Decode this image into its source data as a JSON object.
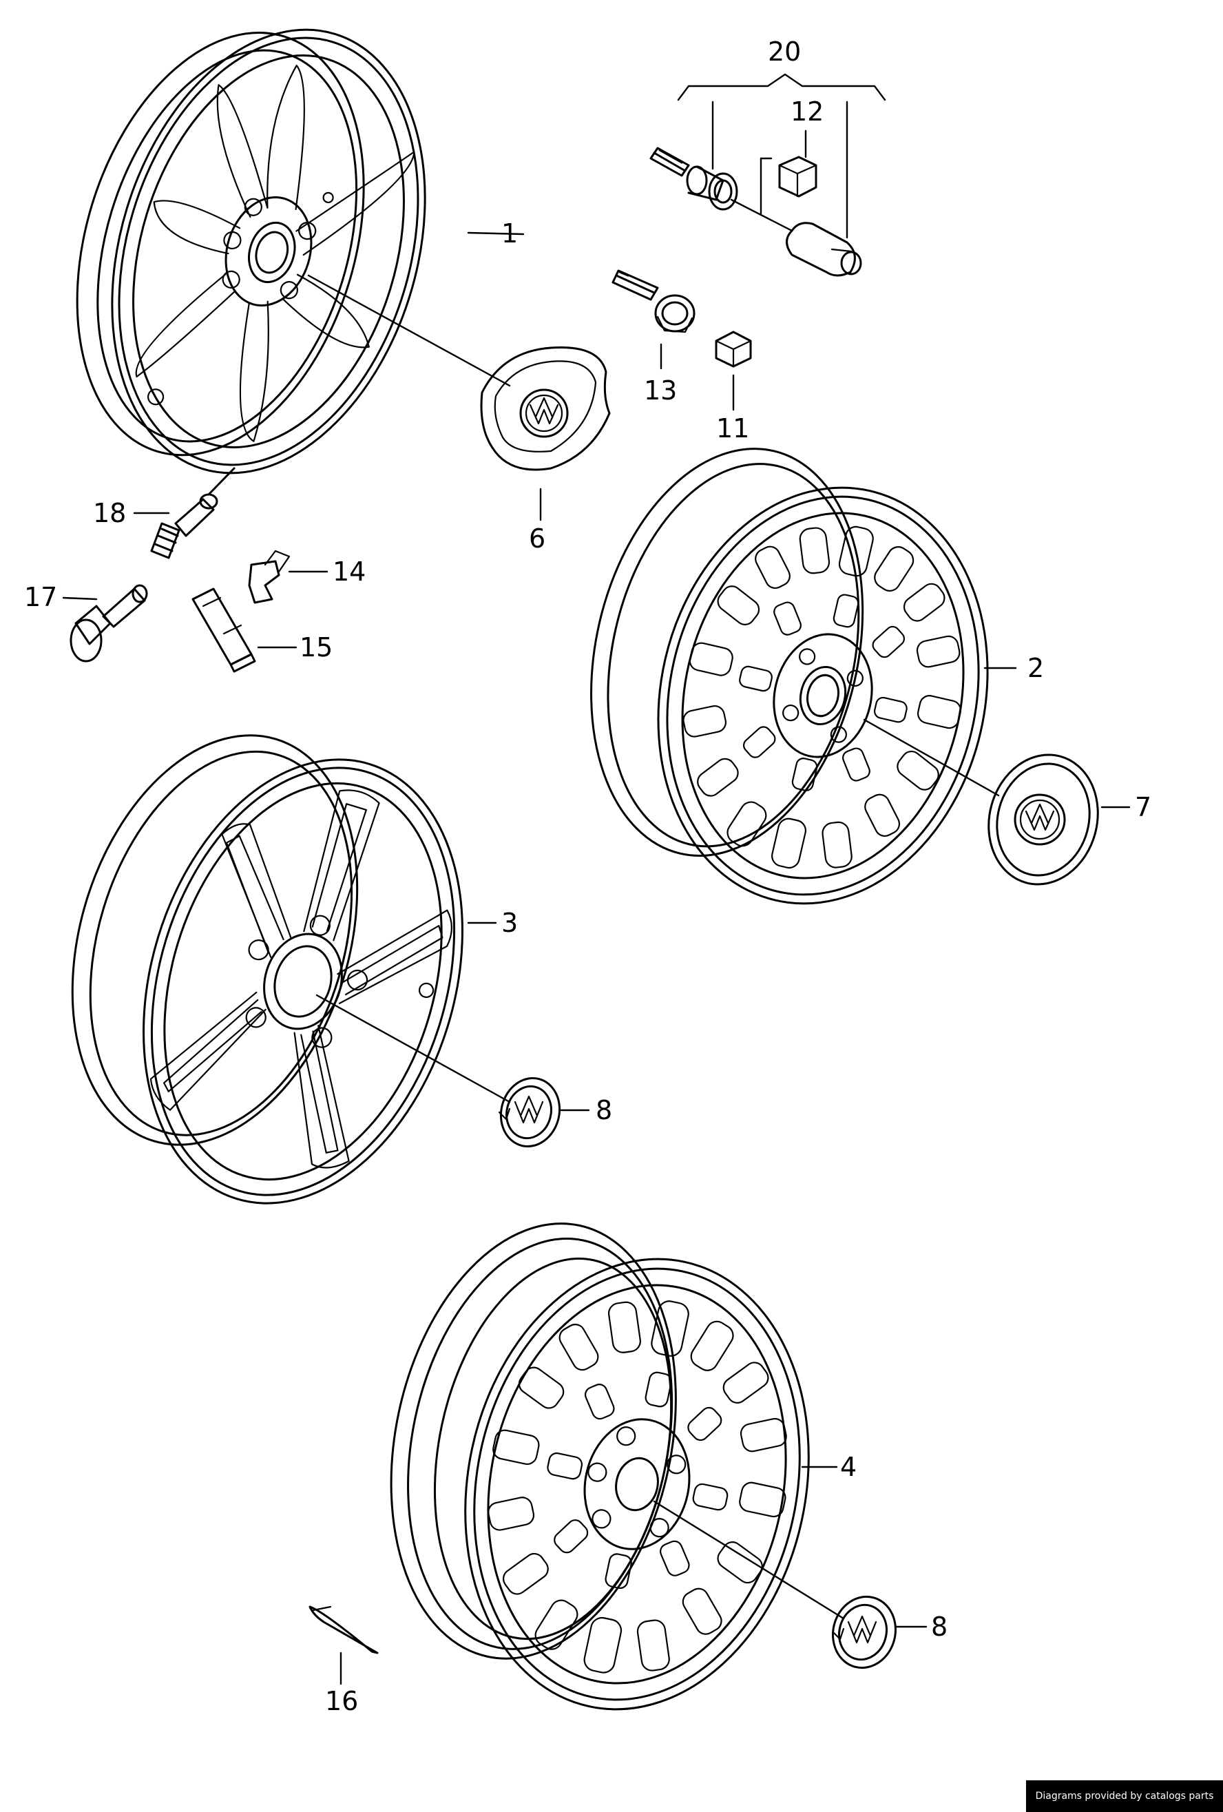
{
  "labels": {
    "p1": "1",
    "p2": "2",
    "p3": "3",
    "p4": "4",
    "p6": "6",
    "p7": "7",
    "p8a": "8",
    "p8b": "8",
    "p11": "11",
    "p12": "12",
    "p13": "13",
    "p14": "14",
    "p15": "15",
    "p16": "16",
    "p17": "17",
    "p18": "18",
    "p20": "20"
  },
  "footer": {
    "text": "Diagrams provided by catalogs parts"
  },
  "colors": {
    "line": "#000000",
    "background": "#ffffff",
    "footer_bg": "#000000",
    "footer_text": "#ffffff"
  }
}
